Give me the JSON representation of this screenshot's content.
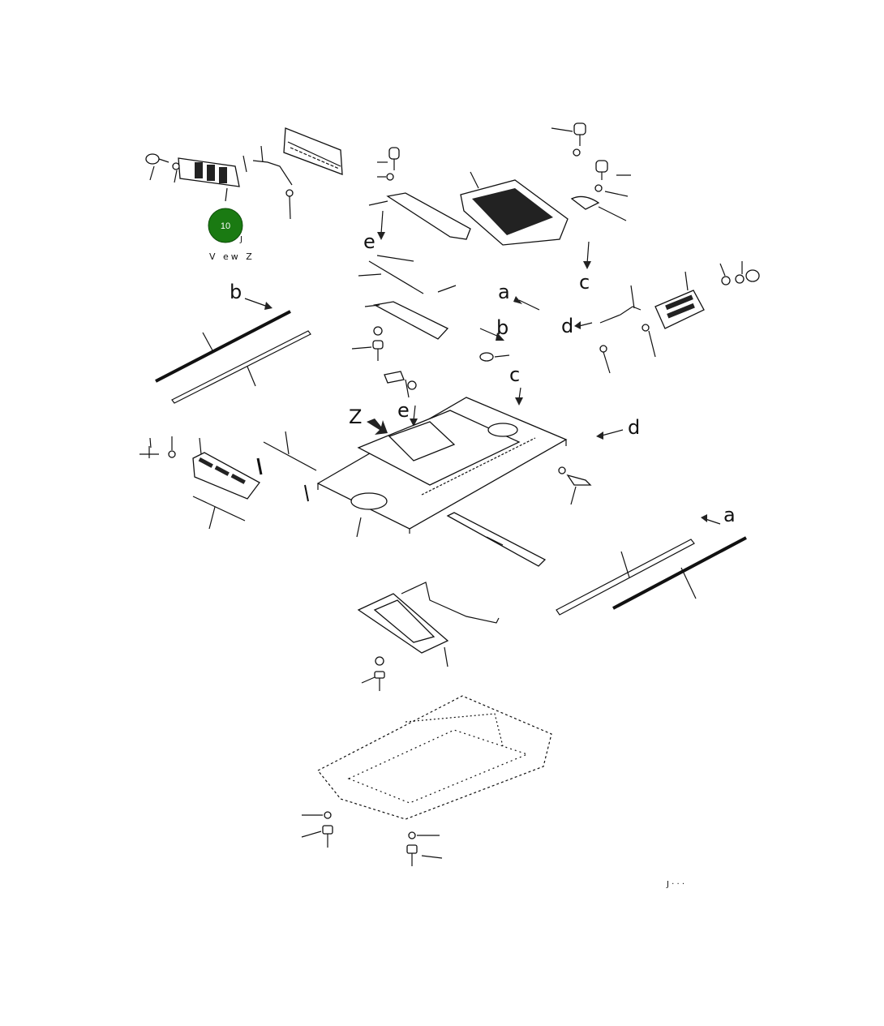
{
  "labels": {
    "a_upper": "a",
    "a_lower": "a",
    "b_left": "b",
    "b_center": "b",
    "c_upper": "c",
    "c_center": "c",
    "d_right": "d",
    "d_center": "d",
    "e_upper": "e",
    "e_center": "e",
    "z": "Z",
    "view_z": "V ew Z",
    "footer_code": "J  ·  ·  · "
  },
  "hotspot": {
    "number": "10",
    "color": "#1a7a12"
  }
}
